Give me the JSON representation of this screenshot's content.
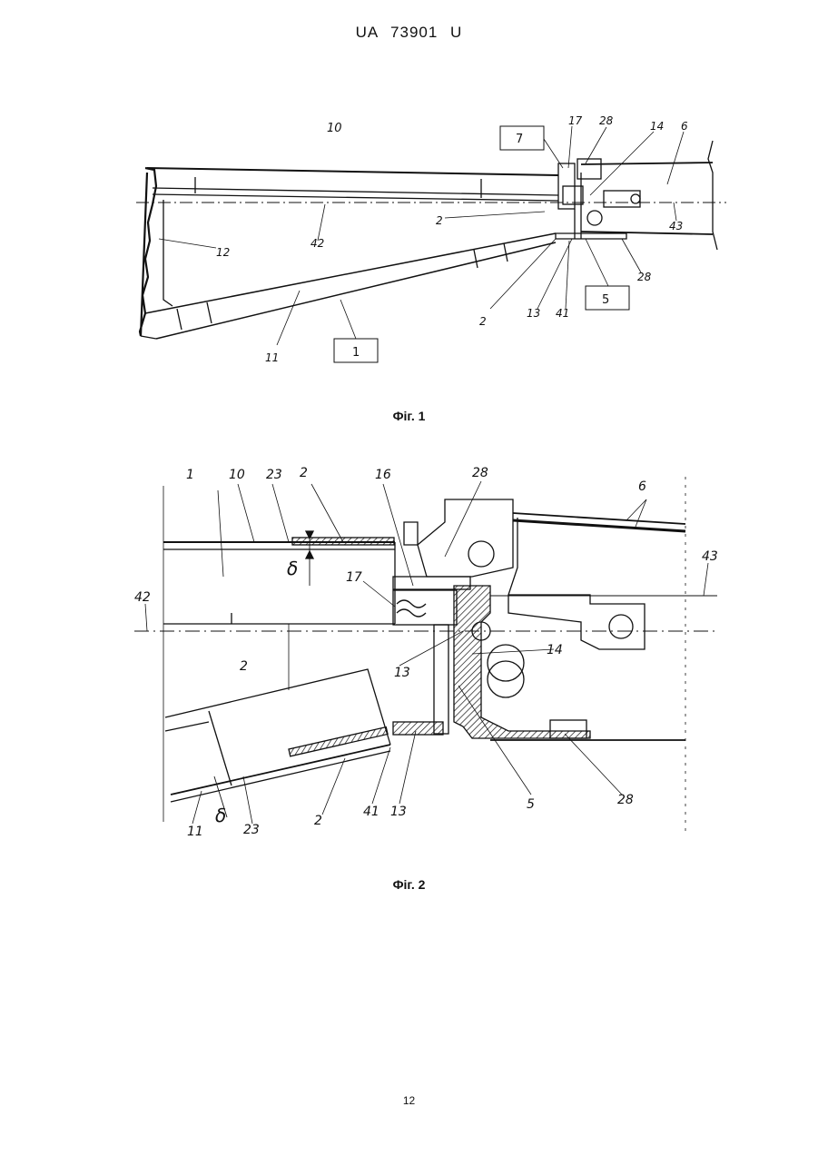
{
  "header": {
    "doc_id": "UA   73901   U"
  },
  "figure1": {
    "caption": "Фіг. 1",
    "labels": {
      "l10": "10",
      "l7": "7",
      "l17": "17",
      "l28a": "28",
      "l14": "14",
      "l6": "6",
      "l2a": "2",
      "l42": "42",
      "l43": "43",
      "l12": "12",
      "l2b": "2",
      "l13": "13",
      "l41": "41",
      "l5": "5",
      "l28b": "28",
      "l11": "11",
      "l1": "1"
    }
  },
  "figure2": {
    "caption": "Фіг. 2",
    "labels": {
      "l1": "1",
      "l10": "10",
      "l23a": "23",
      "l2a": "2",
      "l16": "16",
      "l28a": "28",
      "l6": "6",
      "l43": "43",
      "l17": "17",
      "l42": "42",
      "l14": "14",
      "l2b": "2",
      "l13a": "13",
      "l23b": "23",
      "l11": "11",
      "l2c": "2",
      "l41": "41",
      "l13b": "13",
      "l5": "5",
      "l28b": "28",
      "delta_a": "δ",
      "delta_b": "δ"
    }
  },
  "page_number": "12"
}
